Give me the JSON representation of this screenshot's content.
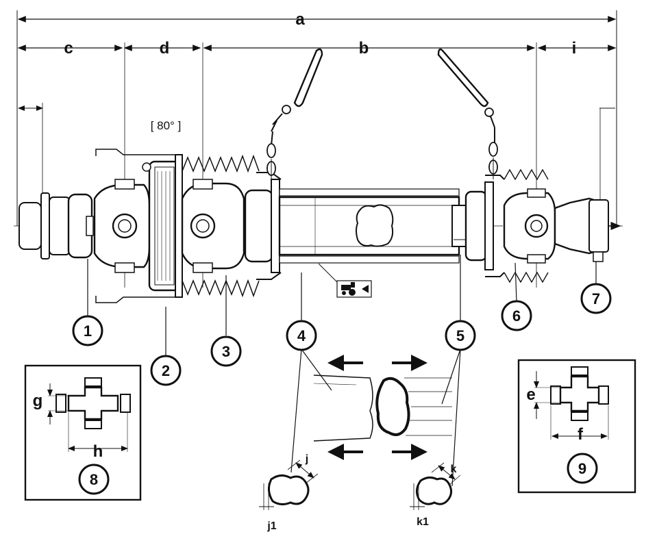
{
  "dimensions": {
    "a": "a",
    "b": "b",
    "c": "c",
    "d": "d",
    "i": "i",
    "e": "e",
    "f": "f",
    "g": "g",
    "h": "h",
    "j": "j",
    "k": "k",
    "j1": "j1",
    "k1": "k1"
  },
  "angle_label": "[ 80° ]",
  "callouts": [
    "1",
    "2",
    "3",
    "4",
    "5",
    "6",
    "7",
    "8",
    "9"
  ],
  "icons": {
    "tractor": "tractor-icon",
    "arrow": "arrow-left-icon"
  }
}
